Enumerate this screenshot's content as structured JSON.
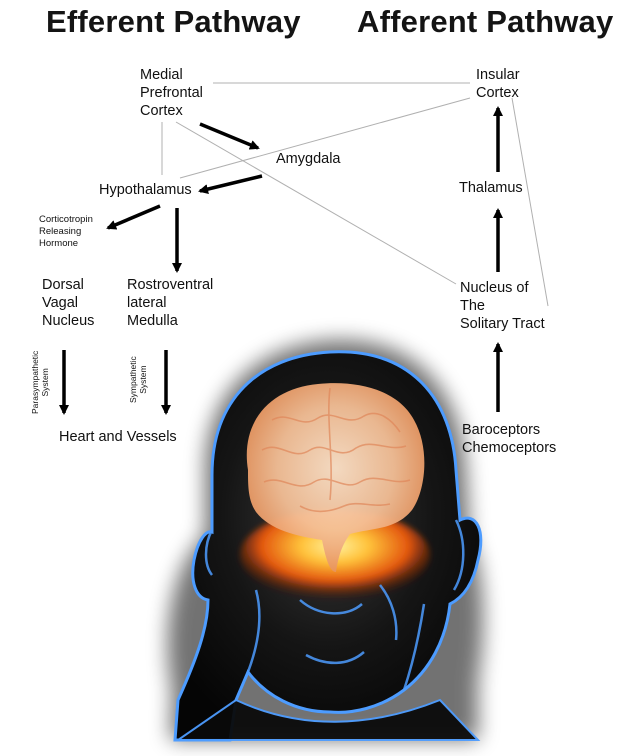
{
  "titles": {
    "efferent": "Efferent Pathway",
    "afferent": "Afferent Pathway"
  },
  "nodes": {
    "medial_prefrontal_cortex": "Medial\nPrefrontal\nCortex",
    "amygdala": "Amygdala",
    "hypothalamus": "Hypothalamus",
    "crh": "Corticotropin\nReleasing\nHormone",
    "dorsal_vagal_nucleus": "Dorsal\nVagal\nNucleus",
    "rostroventral_lateral_medulla": "Rostroventral\nlateral\nMedulla",
    "heart_and_vessels": "Heart and Vessels",
    "insular_cortex": "Insular\nCortex",
    "thalamus": "Thalamus",
    "nucleus_solitary_tract": "Nucleus of\nThe\nSolitary Tract",
    "baroceptors_chemoceptors": "Baroceptors\nChemoceptors"
  },
  "branch_labels": {
    "parasympathetic": "Parasympathetic\nSystem",
    "sympathetic": "Sympathetic\nSystem"
  },
  "colors": {
    "head_glow": "#5aa8ff",
    "brain": "#f6c9a4",
    "hot_core": "#ff9d1c",
    "shadow": "#0a0a0a"
  }
}
